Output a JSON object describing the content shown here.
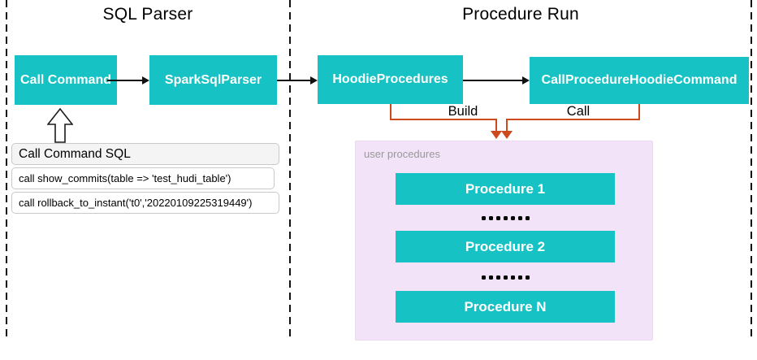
{
  "sections": {
    "sql_parser": {
      "title": "SQL Parser"
    },
    "procedure_run": {
      "title": "Procedure Run"
    }
  },
  "nodes": {
    "call_command": "Call Command",
    "spark_sql_parser": "SparkSqlParser",
    "hoodie_procedures": "HoodieProcedures",
    "call_procedure_hoodie_command": "CallProcedureHoodieCommand"
  },
  "edges": {
    "build_label": "Build",
    "call_label": "Call"
  },
  "sql_table": {
    "header": "Call Command SQL",
    "rows": [
      "call show_commits(table => 'test_hudi_table')",
      "call rollback_to_instant('t0','20220109225319449')"
    ]
  },
  "user_procedures": {
    "label": "user procedures",
    "items": [
      "Procedure 1",
      "Procedure 2",
      "Procedure N"
    ]
  },
  "colors": {
    "teal": "#16c2c4",
    "orange": "#cc4a1c",
    "lavender": "#f2e3f8",
    "ink": "#111111"
  }
}
